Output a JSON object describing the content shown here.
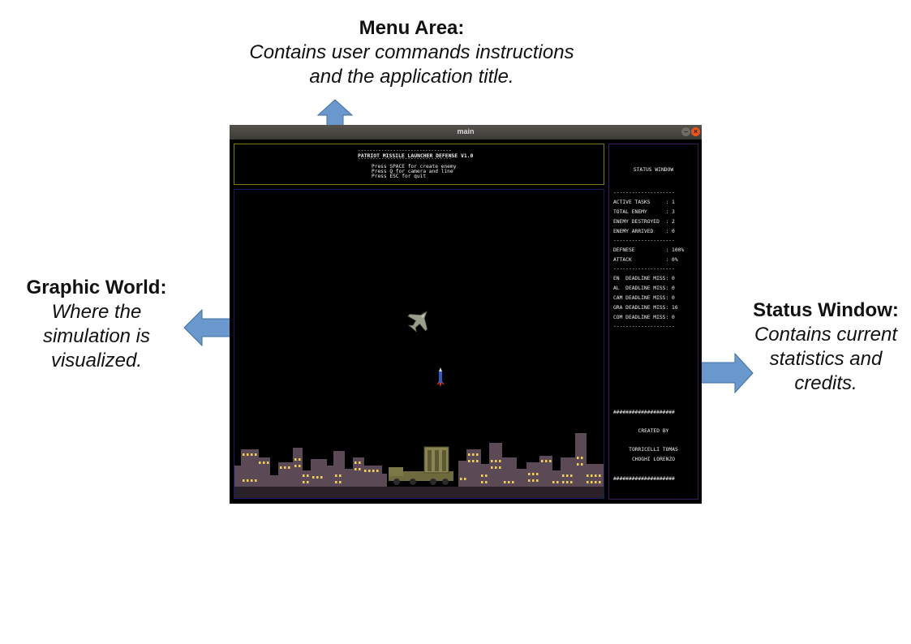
{
  "callouts": {
    "menu": {
      "title": "Menu Area:",
      "desc_line1": "Contains user commands instructions",
      "desc_line2": "and the application title."
    },
    "world": {
      "title": "Graphic World:",
      "desc_line1": "Where the",
      "desc_line2": "simulation is",
      "desc_line3": "visualized."
    },
    "status": {
      "title": "Status Window:",
      "desc_line1": "Contains current",
      "desc_line2": "statistics and",
      "desc_line3": "credits."
    }
  },
  "window": {
    "title": "main",
    "menu_area": {
      "separator": "--------------------------------",
      "app_title": "PATRIOT MISSILE LAUNCHER DEFENSE V1.0",
      "commands": [
        "Press SPACE for create enemy",
        "Press Q for camera and line",
        "Press ESC for quit"
      ]
    },
    "status_window": {
      "heading": "STATUS WINDOW",
      "separator": "--------------------",
      "rows": [
        "ACTIVE TASKS     : 1",
        "TOTAL ENEMY      : 3",
        "ENEMY DESTROYED  : 2",
        "ENEMY ARRIVED    : 0"
      ],
      "rows2": [
        "DEFNESE          : 100%",
        "ATTACK           : 0%"
      ],
      "rows3": [
        "EN  DEADLINE MISS: 0",
        "AL  DEADLINE MISS: 0",
        "CAM DEADLINE MISS: 0",
        "GRA DEADLINE MISS: 16",
        "COM DEADLINE MISS: 0"
      ],
      "hash_line": "####################",
      "credits_heading": "CREATED BY",
      "authors": [
        "TORRICELLI TOMAS",
        "CHOGHI LORENZO"
      ]
    }
  },
  "colors": {
    "arrow_fill": "#6a98cc",
    "arrow_stroke": "#3f6ea3",
    "menu_border": "#7d7b1c",
    "window_bg": "#000000",
    "building": "#5b4a55",
    "window_light": "#f0cf58"
  },
  "icons": {
    "enemy": "fighter-jet-icon",
    "missile": "patriot-missile-icon",
    "launcher": "missile-launcher-truck-icon"
  }
}
